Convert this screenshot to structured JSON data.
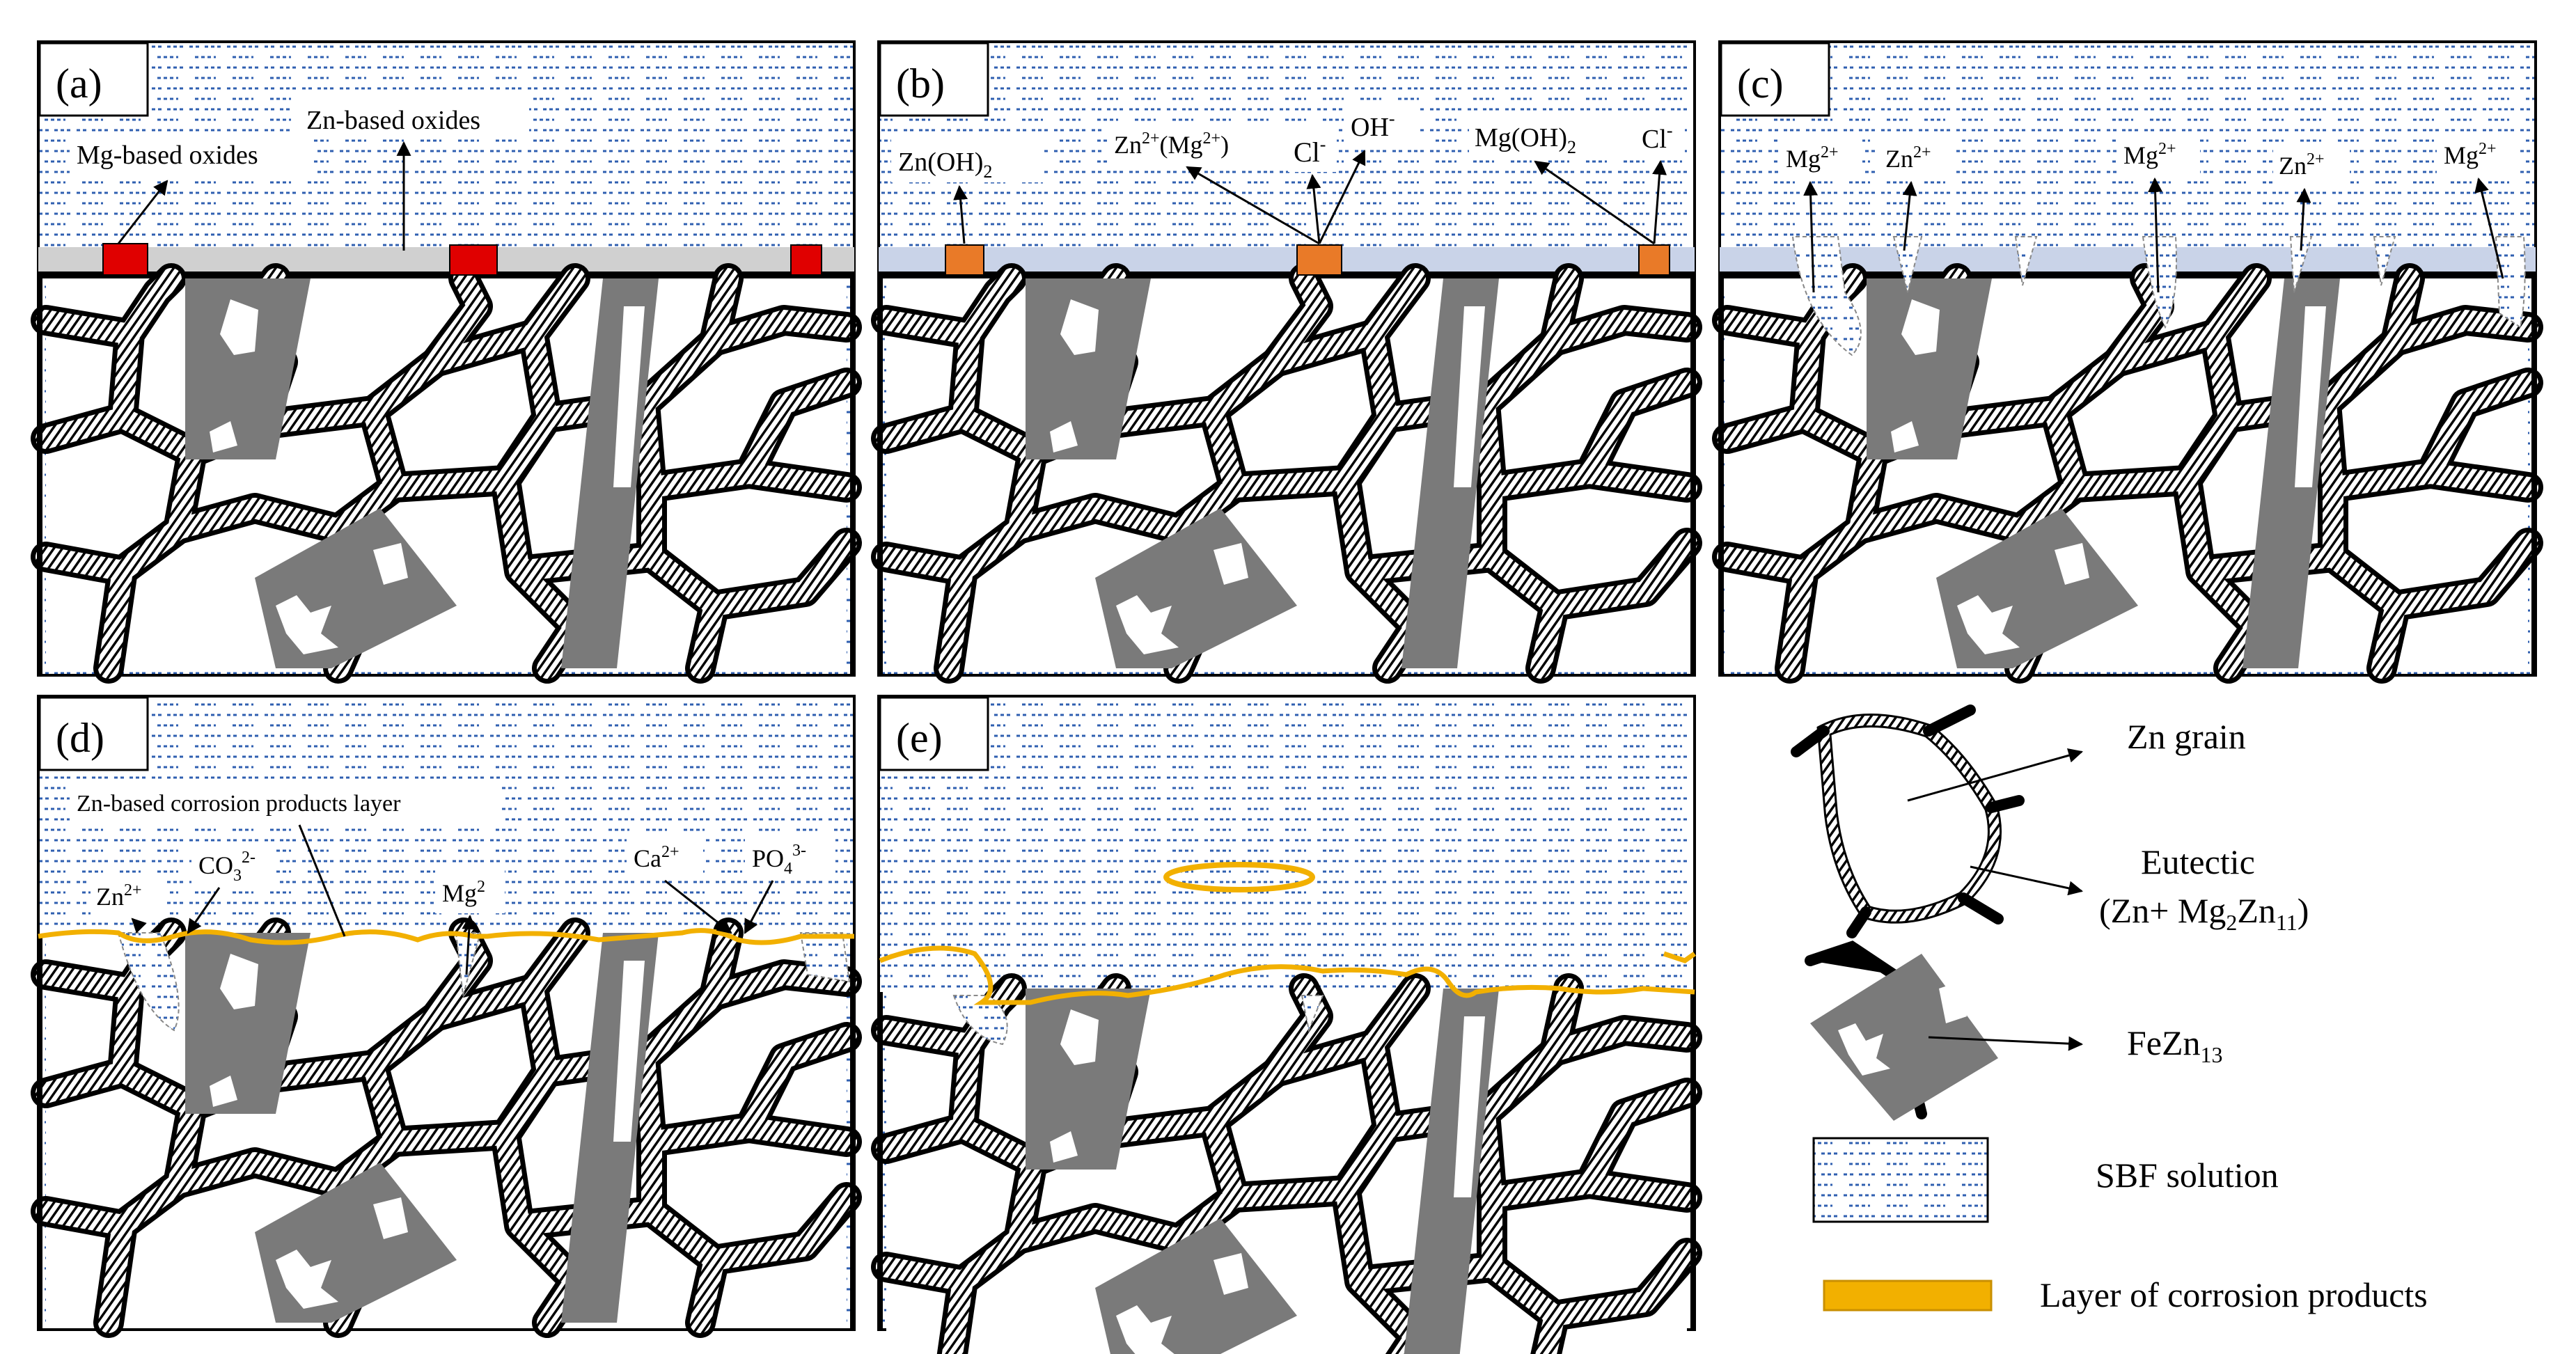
{
  "panels": [
    {
      "id": "a",
      "tag": "(a)",
      "labels": [
        "Mg-based oxides",
        "Zn-based oxides"
      ]
    },
    {
      "id": "b",
      "tag": "(b)",
      "labels": [
        "Zn(OH)",
        "2",
        "Zn",
        "2+",
        "(Mg",
        "2+",
        ")",
        "Cl",
        "-",
        "OH",
        "-",
        "Mg(OH)",
        "2",
        "Cl",
        "-"
      ]
    },
    {
      "id": "c",
      "tag": "(c)",
      "labels": [
        "Mg",
        "2+",
        "Zn",
        "2+",
        "Mg",
        "2+",
        "Zn",
        "2+",
        "Mg",
        "2+"
      ]
    },
    {
      "id": "d",
      "tag": "(d)",
      "labels": [
        "Zn-based corrosion products layer",
        "Zn",
        "2+",
        "CO",
        "3",
        "2-",
        "Mg",
        "2",
        "Ca",
        "2+",
        "PO",
        "4",
        "3-"
      ]
    },
    {
      "id": "e",
      "tag": "(e)",
      "labels": []
    }
  ],
  "legend": {
    "zn_grain": "Zn grain",
    "eutectic_line1": "Eutectic",
    "eutectic_pre": "(Zn+ Mg",
    "eutectic_sub1": "2",
    "eutectic_mid": "Zn",
    "eutectic_sub2": "11",
    "eutectic_post": ")",
    "fezn_base": "FeZn",
    "fezn_sub": "13",
    "sbf": "SBF solution",
    "corrosion_layer": "Layer of corrosion products"
  },
  "colors": {
    "sbf_blue": "#2f5fb0",
    "oxide_red": "#e00000",
    "hydroxide_orange": "#e97a28",
    "product_yellow": "#f2b000",
    "fezn_gray": "#7a7a7a",
    "surface_gray": "#d0d0d0"
  }
}
